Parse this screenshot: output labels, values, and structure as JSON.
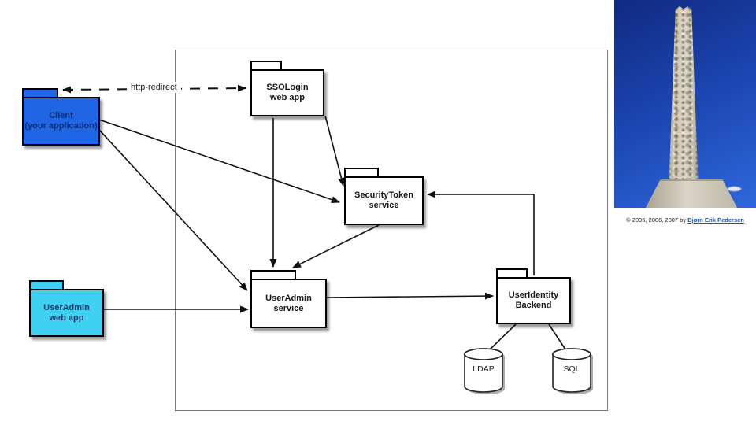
{
  "diagram": {
    "nodes": {
      "client": "Client\n(your application)",
      "sso_login_web_app": "SSOLogin\nweb app",
      "security_token_service": "SecurityToken\nservice",
      "user_admin_service": "UserAdmin\nservice",
      "user_admin_web_app": "UserAdmin\nweb app",
      "user_identity_backend": "UserIdentity\nBackend",
      "ldap": "LDAP",
      "sql": "SQL"
    },
    "edges": {
      "http_redirect_label": "http-redirect"
    }
  },
  "photo": {
    "credit_prefix": "© 2005, 2006, 2007 by ",
    "credit_link_text": "Bjørn Erik Pedersen"
  },
  "colors": {
    "client-fill": "#2066e4",
    "user-admin-web-fill": "#3ed1f2",
    "package-fill": "#ffffff",
    "sky-top": "#112a80",
    "sky-mid": "#1a43ae",
    "sky-bottom": "#2e68da",
    "link": "#0a58cc"
  }
}
